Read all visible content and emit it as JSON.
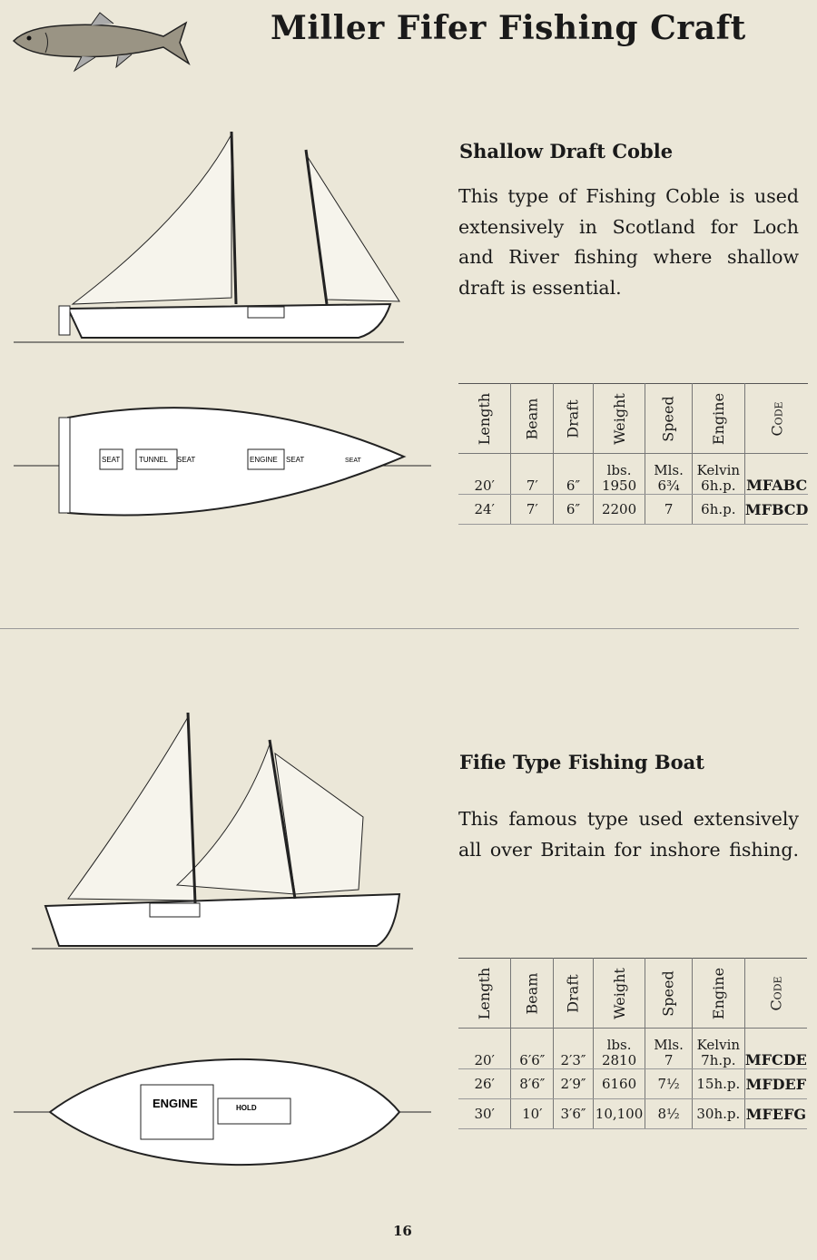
{
  "title": "Miller Fifer Fishing Craft",
  "page_number": "16",
  "sections": [
    {
      "heading": "Shallow Draft Coble",
      "lines": [
        "This type of Fishing Coble is used",
        "extensively in Scotland for Loch",
        "and River fishing where shallow",
        "draft is essential."
      ],
      "plan_labels": [
        "SEAT",
        "TUNNEL",
        "SEAT",
        "ENGINE",
        "SEAT",
        "SEAT"
      ],
      "table": {
        "headers": [
          "Length",
          "Beam",
          "Draft",
          "Weight",
          "Speed",
          "Engine",
          "Code"
        ],
        "units": [
          "",
          "",
          "",
          "lbs.",
          "Mls.",
          "Kelvin",
          ""
        ],
        "rows": [
          [
            "20′",
            "7′",
            "6″",
            "1950",
            "6¾",
            "6h.p.",
            "MFABC"
          ],
          [
            "24′",
            "7′",
            "6″",
            "2200",
            "7",
            "6h.p.",
            "MFBCD"
          ]
        ]
      }
    },
    {
      "heading": "Fifie Type Fishing Boat",
      "lines": [
        "This famous type used extensively",
        "all over Britain for inshore fishing."
      ],
      "plan_labels": [
        "ENGINE",
        "HOLD"
      ],
      "table": {
        "headers": [
          "Length",
          "Beam",
          "Draft",
          "Weight",
          "Speed",
          "Engine",
          "Code"
        ],
        "units": [
          "",
          "",
          "",
          "lbs.",
          "Mls.",
          "Kelvin",
          ""
        ],
        "rows": [
          [
            "20′",
            "6′6″",
            "2′3″",
            "2810",
            "7",
            "7h.p.",
            "MFCDE"
          ],
          [
            "26′",
            "8′6″",
            "2′9″",
            "6160",
            "7½",
            "15h.p.",
            "MFDEF"
          ],
          [
            "30′",
            "10′",
            "3′6″",
            "10,100",
            "8½",
            "30h.p.",
            "MFEFG"
          ]
        ]
      }
    }
  ]
}
